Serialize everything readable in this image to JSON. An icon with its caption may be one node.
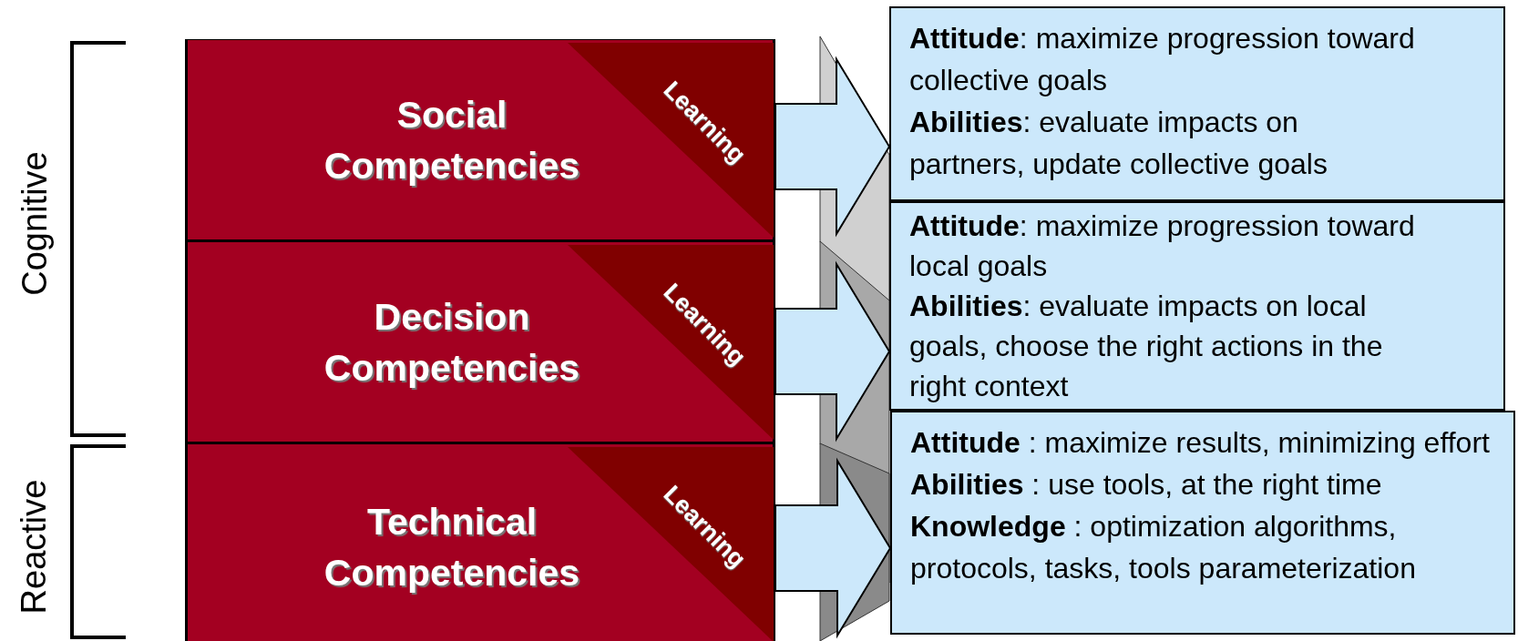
{
  "diagram": {
    "nodes": [
      {
        "text": [
          "Social Competencies"
        ]
      },
      {
        "text": [
          "Learning"
        ],
        "in": 0
      },
      {
        "text": [
          "Decision Competencies"
        ]
      },
      {
        "text": [
          "Learning"
        ],
        "in": 2
      },
      {
        "text": [
          "Technical Competencies"
        ]
      },
      {
        "text": [
          "Learning"
        ],
        "in": 4
      },
      {
        "text": [
          "**Attitude**: maximize progression toward collective goals",
          "**Abilities**: evaluate impacts on partners, update collective goals"
        ]
      },
      {
        "text": [
          "**Attitude**: maximize progression toward local goals",
          "**Abilities**: evaluate impacts on local goals, choose the right actions in the right context"
        ]
      },
      {
        "text": [
          "**Attitude** : maximize results, minimizing effort",
          "**Abilities** : use tools, at the right time",
          "**Knowledge** : optimization algorithms, protocols, tasks, tools parameterization"
        ]
      }
    ],
    "edges": [
      {
        "from": 0,
        "to": 6,
        "arrow": "to"
      },
      {
        "from": 2,
        "to": 7,
        "arrow": "to"
      },
      {
        "from": 4,
        "to": 8,
        "arrow": "to"
      }
    ],
    "labels": [
      "Cognitive",
      "Reactive"
    ]
  }
}
